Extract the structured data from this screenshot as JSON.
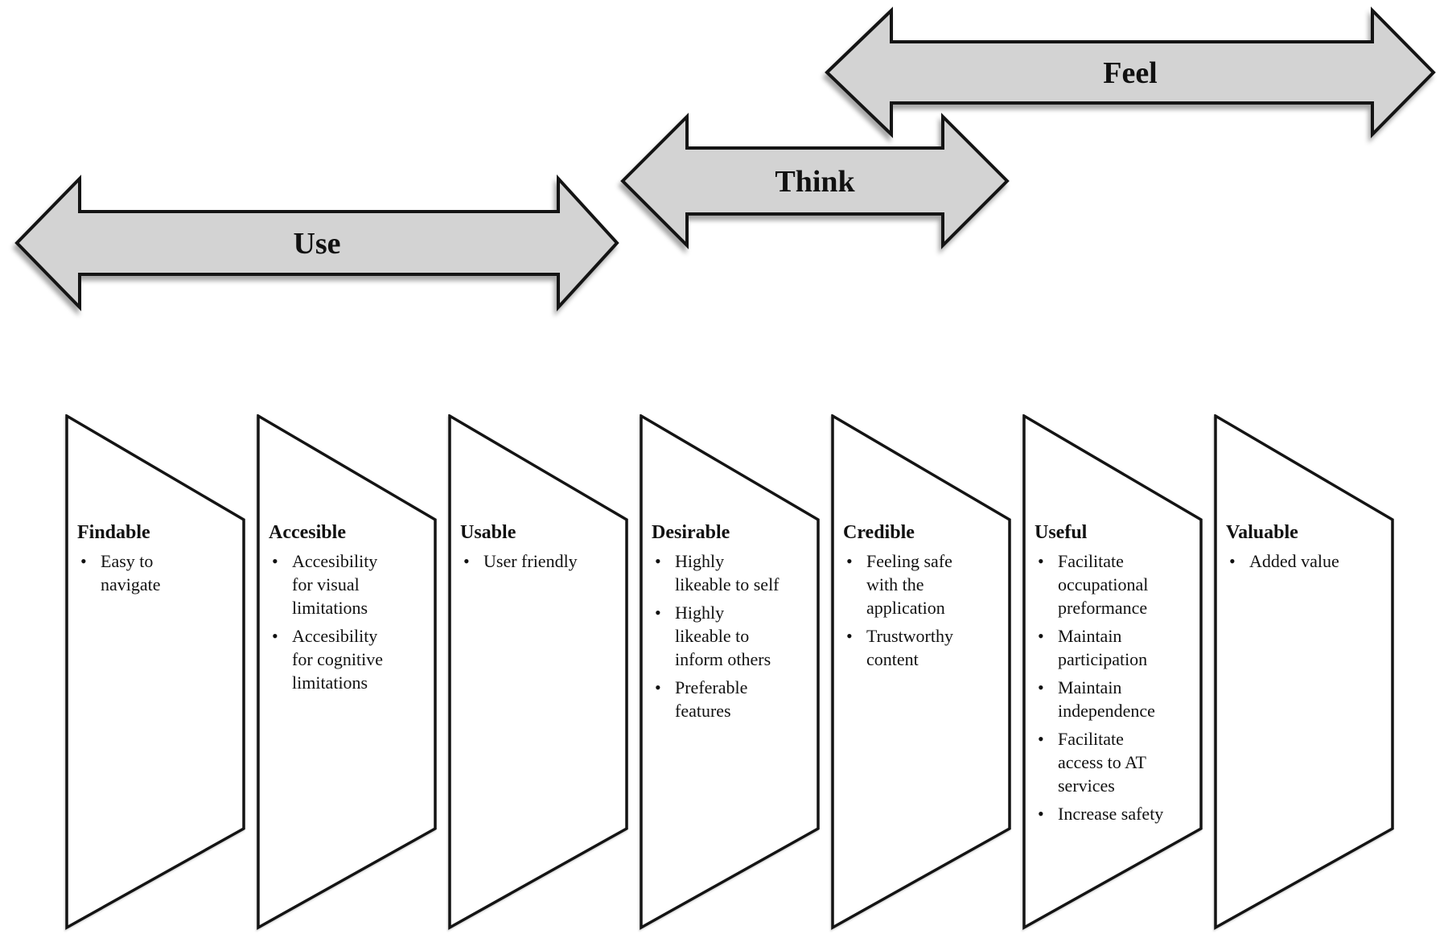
{
  "arrows": [
    {
      "id": "use",
      "label": "Use"
    },
    {
      "id": "think",
      "label": "Think"
    },
    {
      "id": "feel",
      "label": "Feel"
    }
  ],
  "panels": [
    {
      "title": "Findable",
      "bullets": [
        "Easy to navigate"
      ]
    },
    {
      "title": "Accesible",
      "bullets": [
        "Accesibility for visual limitations",
        "Accesibility for cognitive limitations"
      ]
    },
    {
      "title": "Usable",
      "bullets": [
        "User friendly"
      ]
    },
    {
      "title": "Desirable",
      "bullets": [
        "Highly likeable to self",
        "Highly likeable to inform others",
        "Preferable features"
      ]
    },
    {
      "title": "Credible",
      "bullets": [
        "Feeling safe with the application",
        "Trustworthy content"
      ]
    },
    {
      "title": "Useful",
      "bullets": [
        "Facilitate occupational preformance",
        "Maintain participation",
        "Maintain independence",
        "Facilitate access to AT services",
        "Increase safety"
      ]
    },
    {
      "title": "Valuable",
      "bullets": [
        "Added value"
      ]
    }
  ],
  "colors": {
    "arrow_fill": "#d3d3d3",
    "panel_fill": "#ffffff",
    "outline": "#141414",
    "background": "#ffffff"
  }
}
